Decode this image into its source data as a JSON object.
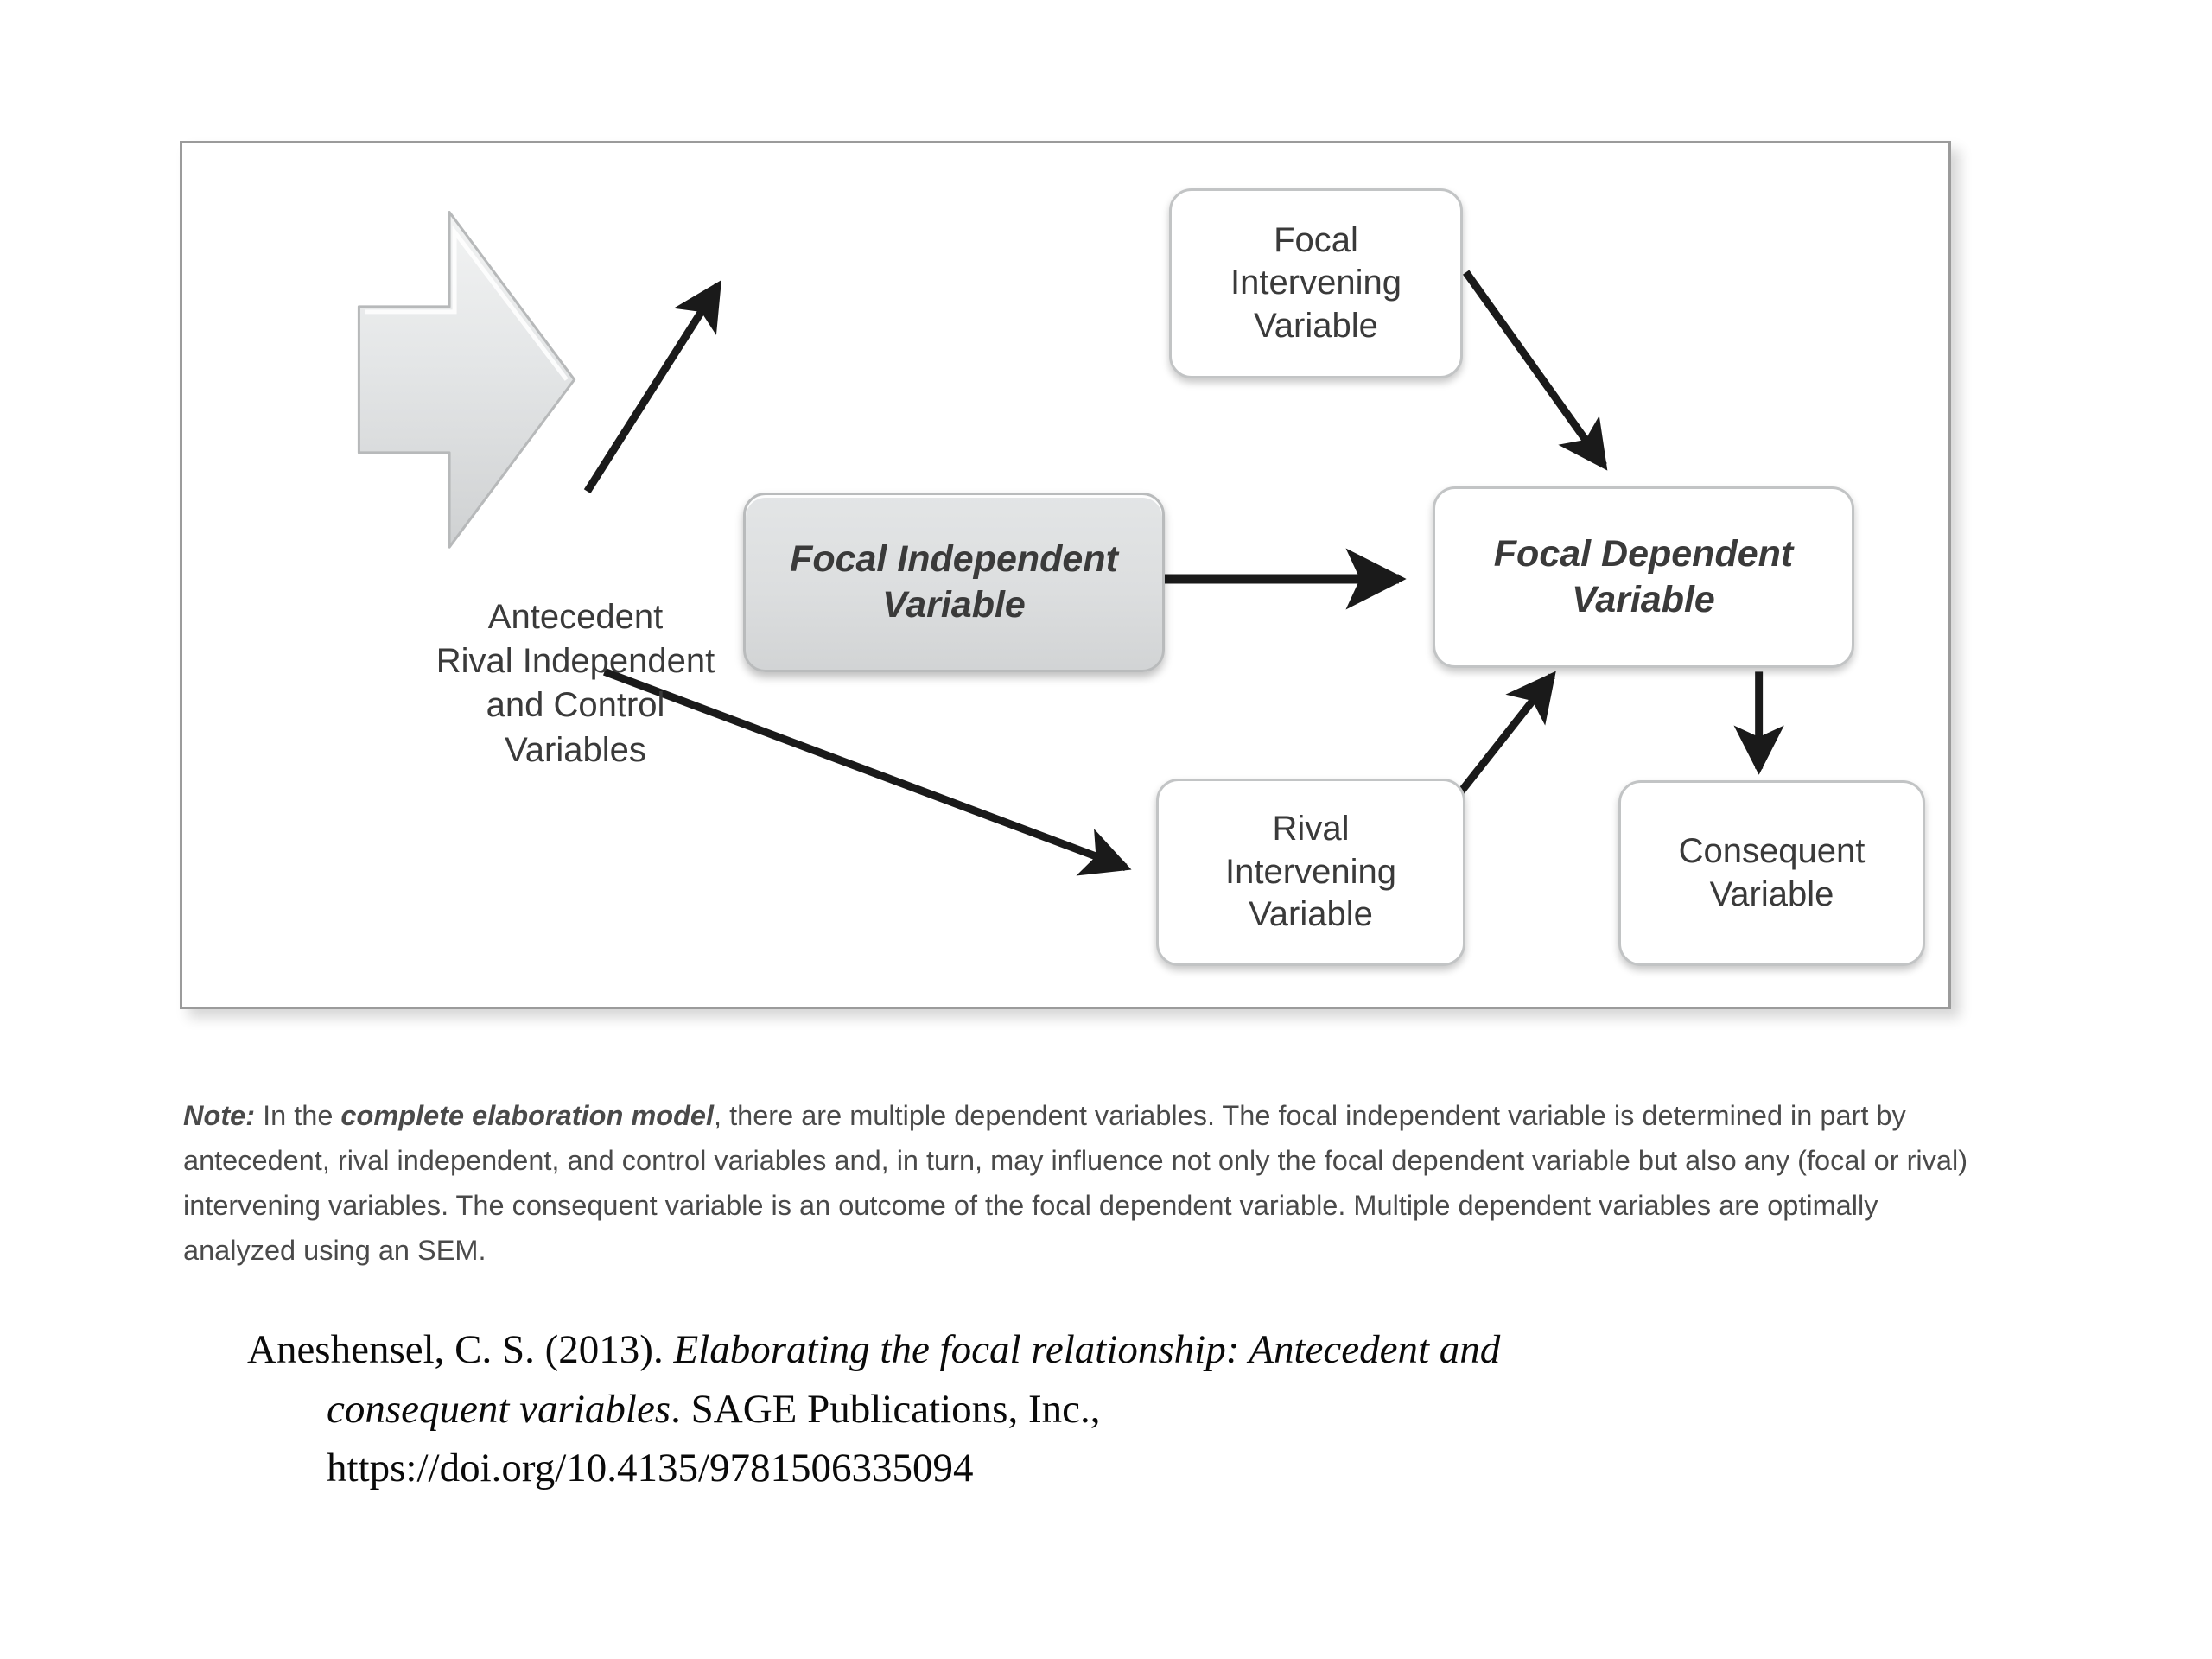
{
  "figure": {
    "antecedent_label": "Antecedent\nRival Independent\nand Control\nVariables",
    "nodes": [
      {
        "id": "focal-intervening-variable",
        "label": "Focal\nIntervening\nVariable",
        "style": "white",
        "emphasis": "plain"
      },
      {
        "id": "focal-independent-variable",
        "label": "Focal Independent\nVariable",
        "style": "grey",
        "emphasis": "emph"
      },
      {
        "id": "focal-dependent-variable",
        "label": "Focal Dependent\nVariable",
        "style": "white",
        "emphasis": "emph"
      },
      {
        "id": "rival-intervening-variable",
        "label": "Rival\nIntervening\nVariable",
        "style": "white",
        "emphasis": "plain"
      },
      {
        "id": "consequent-variable",
        "label": "Consequent\nVariable",
        "style": "white",
        "emphasis": "plain"
      }
    ],
    "arrows": [
      {
        "from": "focal-independent-variable",
        "to": "focal-intervening-variable"
      },
      {
        "from": "focal-intervening-variable",
        "to": "focal-dependent-variable"
      },
      {
        "from": "focal-independent-variable",
        "to": "focal-dependent-variable"
      },
      {
        "from": "focal-independent-variable",
        "to": "rival-intervening-variable"
      },
      {
        "from": "rival-intervening-variable",
        "to": "focal-dependent-variable"
      },
      {
        "from": "focal-dependent-variable",
        "to": "consequent-variable"
      },
      {
        "from": "antecedent-block-arrow",
        "to": "focal-independent-variable"
      }
    ],
    "colors": {
      "frame_border": "#9b9b9b",
      "box_border": "#c2c4c5",
      "box_fill_white": "#ffffff",
      "box_fill_grey": "#dcdedf",
      "arrow": "#1a1a1a",
      "text": "#3a3a3a",
      "block_arrow_fill": "#e0e2e3"
    }
  },
  "note": {
    "prefix": "Note:",
    "segment1": " In the ",
    "emphasis": "complete elaboration model",
    "segment2": ", there are multiple dependent variables. The focal independent variable is determined in part by antecedent, rival independent, and control variables and, in turn, may influence not only the focal dependent variable but also any (focal or rival) intervening variables. The consequent variable is an outcome of the focal dependent variable. Multiple dependent variables are optimally analyzed using an SEM."
  },
  "citation": {
    "line1_plain": "Aneshensel, C. S. (2013). ",
    "line1_italic": "Elaborating the focal relationship: Antecedent and",
    "line2_italic": "consequent variables",
    "line2_plain": ". SAGE Publications, Inc.,",
    "line3": "https://doi.org/10.4135/9781506335094"
  }
}
